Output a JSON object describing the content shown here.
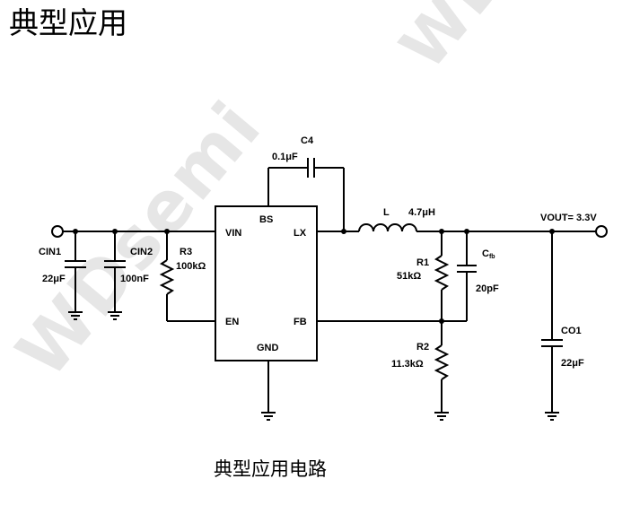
{
  "title": "典型应用",
  "caption": "典型应用电路",
  "watermark": "WDsemi",
  "ic": {
    "pins": {
      "bs": "BS",
      "vin": "VIN",
      "lx": "LX",
      "en": "EN",
      "fb": "FB",
      "gnd": "GND"
    }
  },
  "components": {
    "cin1": {
      "ref": "CIN1",
      "value": "22μF"
    },
    "cin2": {
      "ref": "CIN2",
      "value": "100nF"
    },
    "r3": {
      "ref": "R3",
      "value": "100kΩ"
    },
    "c4": {
      "ref": "C4",
      "value": "0.1μF"
    },
    "l": {
      "ref": "L",
      "value": "4.7μH"
    },
    "r1": {
      "ref": "R1",
      "value": "51kΩ"
    },
    "cfb": {
      "ref_main": "C",
      "ref_sub": "fb",
      "value": "20pF"
    },
    "r2": {
      "ref": "R2",
      "value": "11.3kΩ"
    },
    "co1": {
      "ref": "CO1",
      "value": "22μF"
    }
  },
  "output": {
    "label": "VOUT= 3.3V"
  }
}
